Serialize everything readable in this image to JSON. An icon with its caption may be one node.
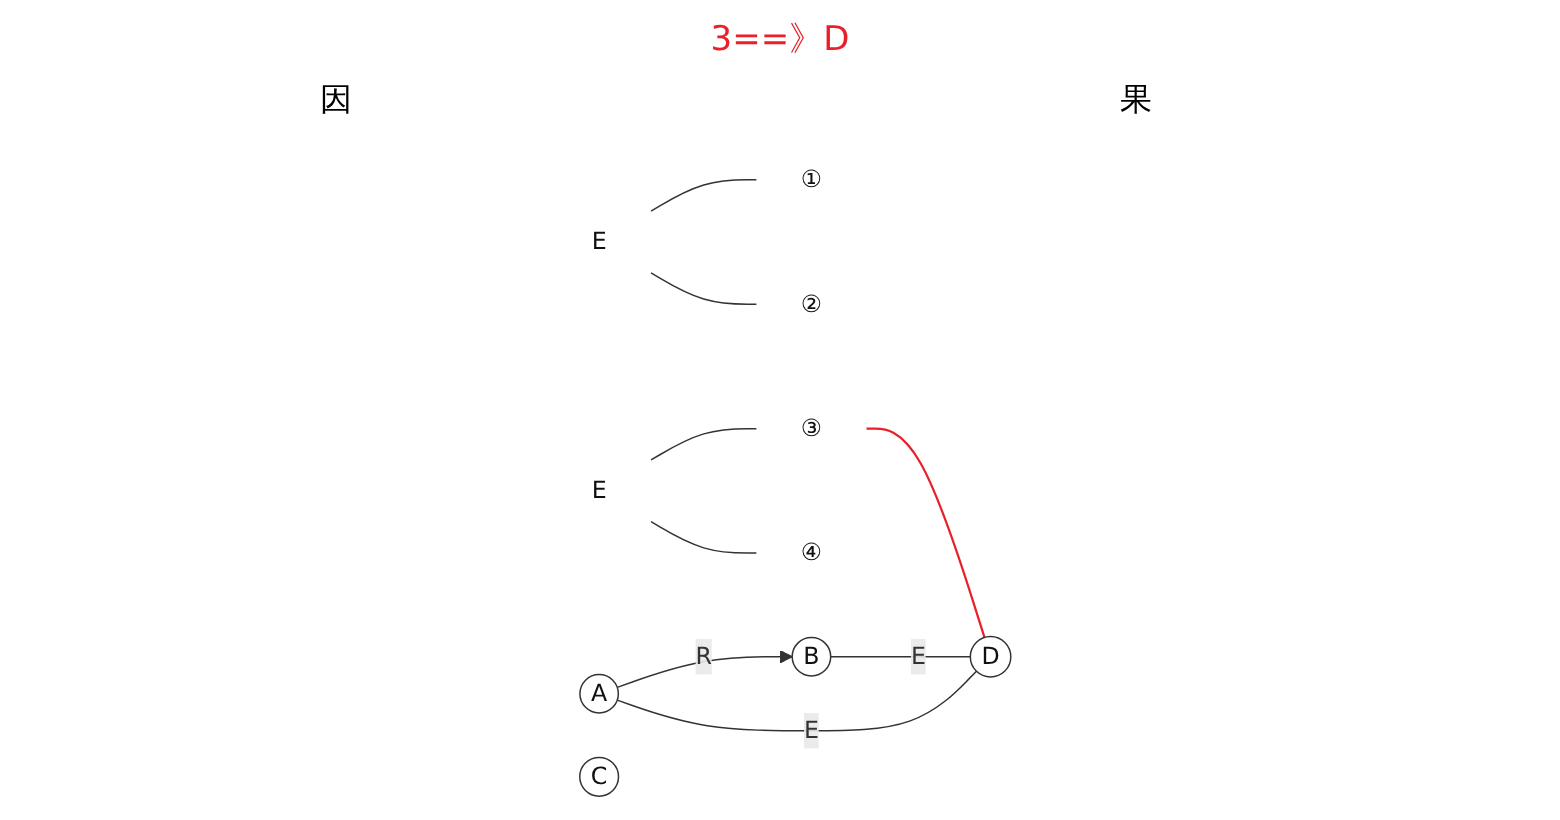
{
  "diagram": {
    "title": "3==》D",
    "nodes": [
      {
        "text": [
          "E"
        ]
      },
      {
        "text": [
          "①"
        ]
      },
      {
        "text": [
          "②"
        ]
      },
      {
        "text": [
          "E"
        ]
      },
      {
        "text": [
          "③"
        ]
      },
      {
        "text": [
          "④"
        ]
      },
      {
        "text": [
          "A"
        ]
      },
      {
        "text": [
          "B"
        ]
      },
      {
        "text": [
          "C"
        ]
      },
      {
        "text": [
          "D"
        ]
      }
    ],
    "edges": [
      {
        "from": 0,
        "to": 1,
        "arrow": "none"
      },
      {
        "from": 0,
        "to": 2,
        "arrow": "none"
      },
      {
        "from": 3,
        "to": 4,
        "arrow": "none"
      },
      {
        "from": 3,
        "to": 5,
        "arrow": "none"
      },
      {
        "from": 4,
        "to": 9,
        "arrow": "none",
        "color": "#e8202a"
      },
      {
        "from": 6,
        "to": 7,
        "arrow": "to",
        "label": "R"
      },
      {
        "from": 7,
        "to": 9,
        "arrow": "none",
        "label": "E"
      },
      {
        "from": 6,
        "to": 9,
        "arrow": "none",
        "label": "E"
      }
    ],
    "labels": [
      "因",
      "果"
    ]
  }
}
